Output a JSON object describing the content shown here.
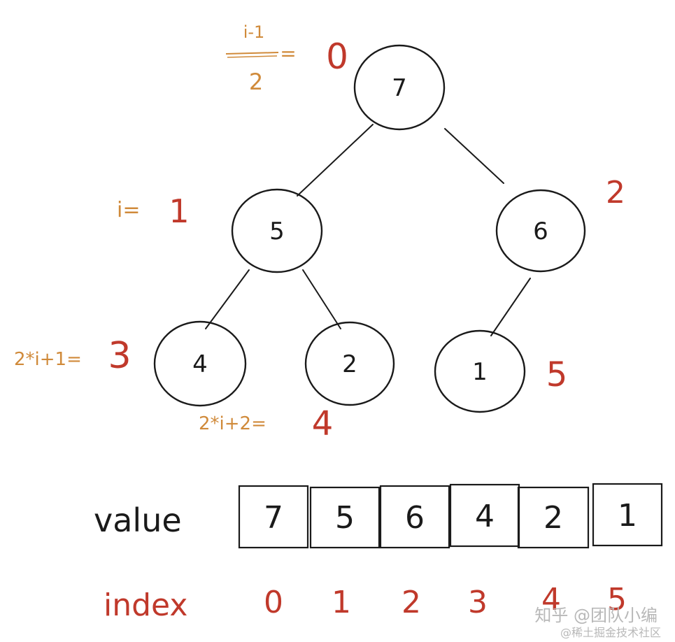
{
  "tree": {
    "nodes": [
      {
        "id": "n0",
        "label": "7"
      },
      {
        "id": "n1",
        "label": "5"
      },
      {
        "id": "n2",
        "label": "6"
      },
      {
        "id": "n3",
        "label": "4"
      },
      {
        "id": "n4",
        "label": "2"
      },
      {
        "id": "n5",
        "label": "1"
      }
    ],
    "edges": [
      {
        "from": "n0",
        "to": "n1"
      },
      {
        "from": "n0",
        "to": "n2"
      },
      {
        "from": "n1",
        "to": "n3"
      },
      {
        "from": "n1",
        "to": "n4"
      },
      {
        "from": "n2",
        "to": "n5"
      }
    ]
  },
  "annotations": {
    "parent_formula_num": "i-1",
    "parent_formula_den": "2",
    "parent_formula_eq": "=",
    "parent_result": "0",
    "current_label": "i=",
    "current_value": "1",
    "left_child_formula": "2*i+1=",
    "left_child_result": "3",
    "right_child_formula": "2*i+2=",
    "right_child_result": "4",
    "right_sibling_index": "2",
    "last_leaf_index": "5"
  },
  "array": {
    "value_label": "value",
    "values": [
      "7",
      "5",
      "6",
      "4",
      "2",
      "1"
    ],
    "index_label": "index",
    "indices": [
      "0",
      "1",
      "2",
      "3",
      "4",
      "5"
    ]
  },
  "watermark": {
    "primary": "知乎 @团队小编",
    "secondary": "@稀土掘金技术社区"
  },
  "colors": {
    "ink": "#1a1a1a",
    "orange": "#d08a3a",
    "red": "#c0392b",
    "watermark": "#b8b8b8"
  }
}
